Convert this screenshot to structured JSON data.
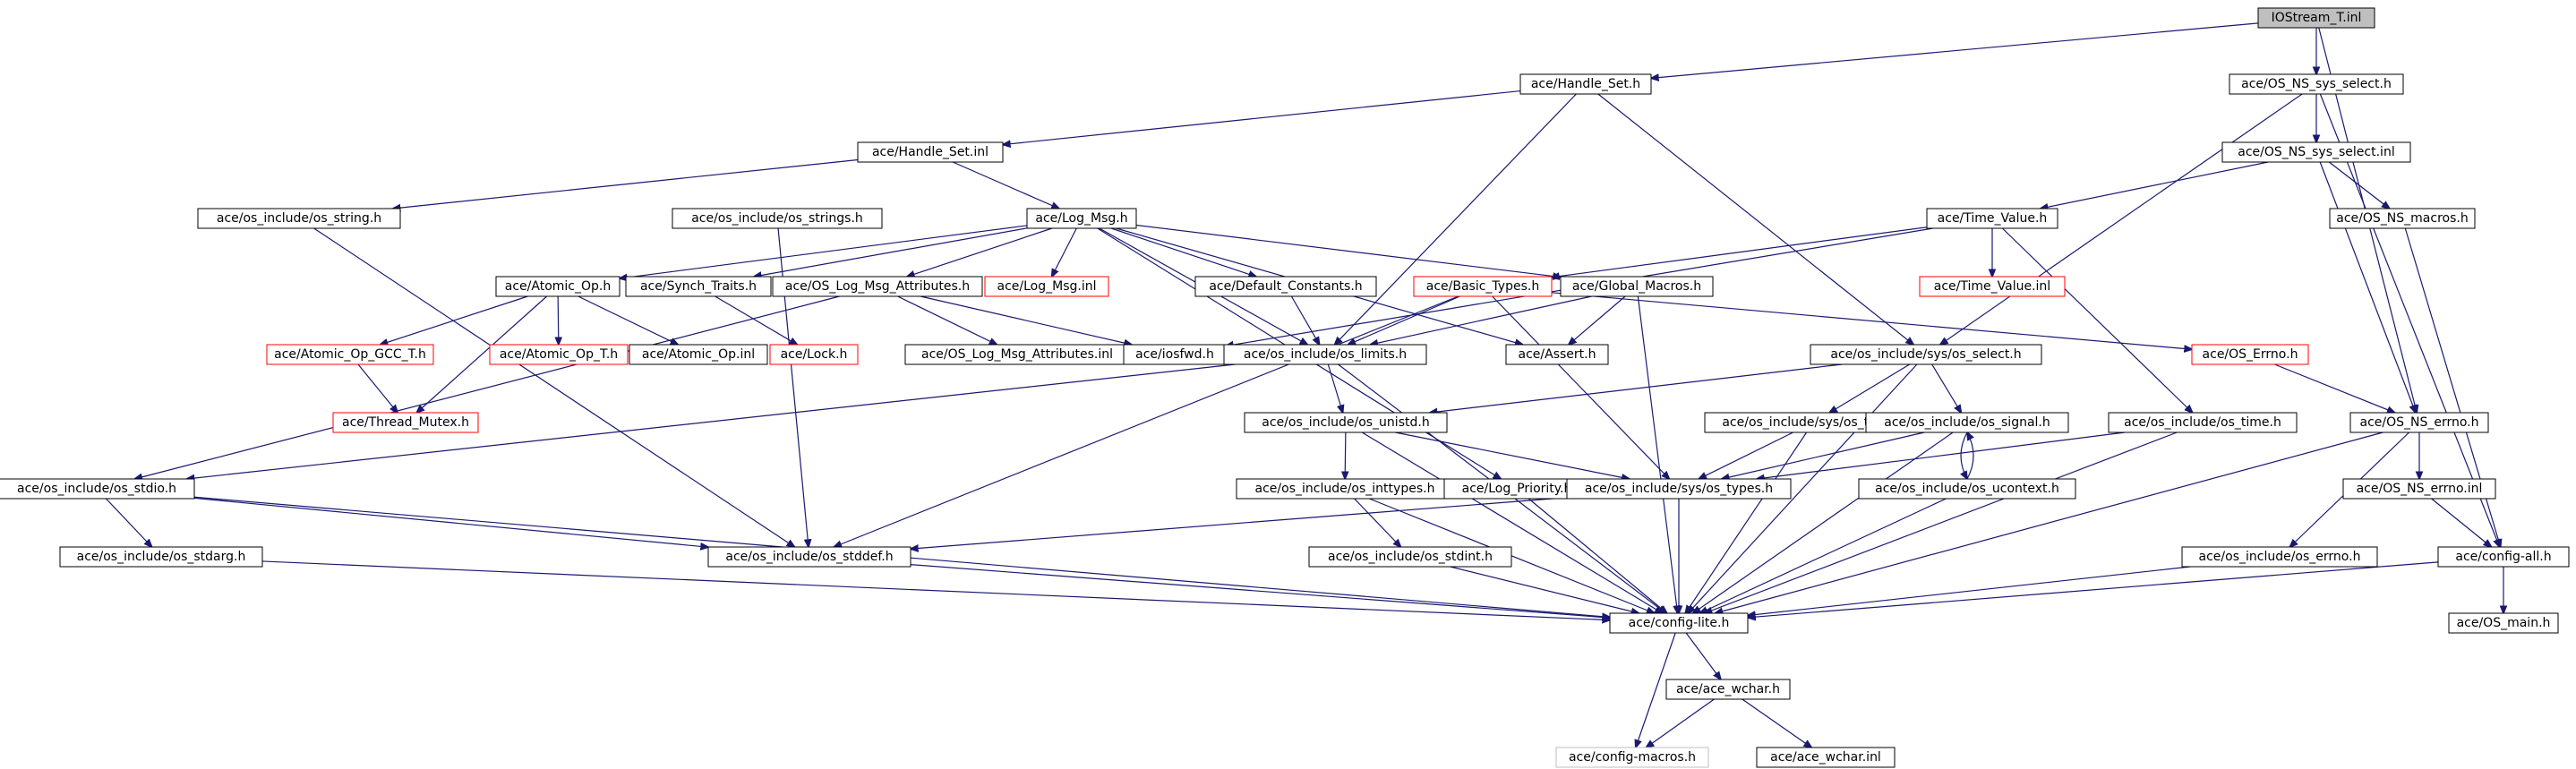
{
  "colors": {
    "edge": "#191970",
    "box": "#000000",
    "missing": "#ff0000",
    "undocumented": "#bfbfbf",
    "root_fill": "#bfbfbf"
  },
  "nodes": [
    {
      "id": "iostream",
      "label": "IOStream_T.inl",
      "style": "root"
    },
    {
      "id": "handle_set_h",
      "label": "ace/Handle_Set.h",
      "style": "normal"
    },
    {
      "id": "os_ns_sys_select_h",
      "label": "ace/OS_NS_sys_select.h",
      "style": "normal"
    },
    {
      "id": "handle_set_inl",
      "label": "ace/Handle_Set.inl",
      "style": "normal"
    },
    {
      "id": "os_ns_sys_select_inl",
      "label": "ace/OS_NS_sys_select.inl",
      "style": "normal"
    },
    {
      "id": "os_string_h",
      "label": "ace/os_include/os_string.h",
      "style": "normal"
    },
    {
      "id": "os_strings_h",
      "label": "ace/os_include/os_strings.h",
      "style": "normal"
    },
    {
      "id": "log_msg_h",
      "label": "ace/Log_Msg.h",
      "style": "normal"
    },
    {
      "id": "time_value_h",
      "label": "ace/Time_Value.h",
      "style": "normal"
    },
    {
      "id": "os_ns_macros_h",
      "label": "ace/OS_NS_macros.h",
      "style": "normal"
    },
    {
      "id": "atomic_op_h",
      "label": "ace/Atomic_Op.h",
      "style": "normal"
    },
    {
      "id": "synch_traits_h",
      "label": "ace/Synch_Traits.h",
      "style": "normal"
    },
    {
      "id": "os_log_msg_attr_h",
      "label": "ace/OS_Log_Msg_Attributes.h",
      "style": "normal"
    },
    {
      "id": "log_msg_inl",
      "label": "ace/Log_Msg.inl",
      "style": "missing"
    },
    {
      "id": "default_constants_h",
      "label": "ace/Default_Constants.h",
      "style": "normal"
    },
    {
      "id": "basic_types_h",
      "label": "ace/Basic_Types.h",
      "style": "missing"
    },
    {
      "id": "global_macros_h",
      "label": "ace/Global_Macros.h",
      "style": "normal"
    },
    {
      "id": "time_value_inl",
      "label": "ace/Time_Value.inl",
      "style": "missing"
    },
    {
      "id": "atomic_op_gcc_t_h",
      "label": "ace/Atomic_Op_GCC_T.h",
      "style": "missing"
    },
    {
      "id": "atomic_op_t_h",
      "label": "ace/Atomic_Op_T.h",
      "style": "missing"
    },
    {
      "id": "atomic_op_inl",
      "label": "ace/Atomic_Op.inl",
      "style": "normal"
    },
    {
      "id": "lock_h",
      "label": "ace/Lock.h",
      "style": "missing"
    },
    {
      "id": "os_log_msg_attr_inl",
      "label": "ace/OS_Log_Msg_Attributes.inl",
      "style": "normal"
    },
    {
      "id": "iosfwd_h",
      "label": "ace/iosfwd.h",
      "style": "normal"
    },
    {
      "id": "os_limits_h",
      "label": "ace/os_include/os_limits.h",
      "style": "normal"
    },
    {
      "id": "assert_h",
      "label": "ace/Assert.h",
      "style": "normal"
    },
    {
      "id": "os_sys_select_h",
      "label": "ace/os_include/sys/os_select.h",
      "style": "normal"
    },
    {
      "id": "os_errno_ace_h",
      "label": "ace/OS_Errno.h",
      "style": "missing"
    },
    {
      "id": "thread_mutex_h",
      "label": "ace/Thread_Mutex.h",
      "style": "missing"
    },
    {
      "id": "os_unistd_h",
      "label": "ace/os_include/os_unistd.h",
      "style": "normal"
    },
    {
      "id": "os_sys_time_h",
      "label": "ace/os_include/sys/os_time.h",
      "style": "normal"
    },
    {
      "id": "os_signal_h",
      "label": "ace/os_include/os_signal.h",
      "style": "normal"
    },
    {
      "id": "os_time_h",
      "label": "ace/os_include/os_time.h",
      "style": "normal"
    },
    {
      "id": "os_ns_errno_h",
      "label": "ace/OS_NS_errno.h",
      "style": "normal"
    },
    {
      "id": "os_stdio_h",
      "label": "ace/os_include/os_stdio.h",
      "style": "normal"
    },
    {
      "id": "os_inttypes_h",
      "label": "ace/os_include/os_inttypes.h",
      "style": "normal"
    },
    {
      "id": "log_priority_h",
      "label": "ace/Log_Priority.h",
      "style": "normal"
    },
    {
      "id": "os_sys_types_h",
      "label": "ace/os_include/sys/os_types.h",
      "style": "normal"
    },
    {
      "id": "os_ucontext_h",
      "label": "ace/os_include/os_ucontext.h",
      "style": "normal"
    },
    {
      "id": "os_ns_errno_inl",
      "label": "ace/OS_NS_errno.inl",
      "style": "normal"
    },
    {
      "id": "os_stdarg_h",
      "label": "ace/os_include/os_stdarg.h",
      "style": "normal"
    },
    {
      "id": "os_stddef_h",
      "label": "ace/os_include/os_stddef.h",
      "style": "normal"
    },
    {
      "id": "os_stdint_h",
      "label": "ace/os_include/os_stdint.h",
      "style": "normal"
    },
    {
      "id": "os_errno_h",
      "label": "ace/os_include/os_errno.h",
      "style": "normal"
    },
    {
      "id": "config_all_h",
      "label": "ace/config-all.h",
      "style": "normal"
    },
    {
      "id": "config_lite_h",
      "label": "ace/config-lite.h",
      "style": "normal"
    },
    {
      "id": "os_main_h",
      "label": "ace/OS_main.h",
      "style": "normal"
    },
    {
      "id": "ace_wchar_h",
      "label": "ace/ace_wchar.h",
      "style": "normal"
    },
    {
      "id": "config_macros_h",
      "label": "ace/config-macros.h",
      "style": "undocumented"
    },
    {
      "id": "ace_wchar_inl",
      "label": "ace/ace_wchar.inl",
      "style": "normal"
    }
  ],
  "edges": [
    [
      "iostream",
      "handle_set_h"
    ],
    [
      "iostream",
      "os_ns_sys_select_h"
    ],
    [
      "iostream",
      "os_ns_errno_h"
    ],
    [
      "handle_set_h",
      "handle_set_inl"
    ],
    [
      "handle_set_h",
      "os_limits_h"
    ],
    [
      "handle_set_h",
      "os_sys_select_h"
    ],
    [
      "os_ns_sys_select_h",
      "os_ns_sys_select_inl"
    ],
    [
      "os_ns_sys_select_h",
      "os_sys_select_h"
    ],
    [
      "os_ns_sys_select_h",
      "config_all_h"
    ],
    [
      "handle_set_inl",
      "os_string_h"
    ],
    [
      "handle_set_inl",
      "log_msg_h"
    ],
    [
      "os_ns_sys_select_inl",
      "time_value_h"
    ],
    [
      "os_ns_sys_select_inl",
      "os_ns_macros_h"
    ],
    [
      "os_ns_sys_select_inl",
      "os_ns_errno_h"
    ],
    [
      "os_string_h",
      "os_stddef_h"
    ],
    [
      "os_strings_h",
      "os_stddef_h"
    ],
    [
      "log_msg_h",
      "atomic_op_h"
    ],
    [
      "log_msg_h",
      "synch_traits_h"
    ],
    [
      "log_msg_h",
      "os_log_msg_attr_h"
    ],
    [
      "log_msg_h",
      "log_msg_inl"
    ],
    [
      "log_msg_h",
      "default_constants_h"
    ],
    [
      "log_msg_h",
      "global_macros_h"
    ],
    [
      "log_msg_h",
      "assert_h"
    ],
    [
      "log_msg_h",
      "os_limits_h"
    ],
    [
      "log_msg_h",
      "log_priority_h"
    ],
    [
      "time_value_h",
      "basic_types_h"
    ],
    [
      "time_value_h",
      "time_value_inl"
    ],
    [
      "time_value_h",
      "iosfwd_h"
    ],
    [
      "time_value_h",
      "os_time_h"
    ],
    [
      "os_ns_macros_h",
      "config_all_h"
    ],
    [
      "atomic_op_h",
      "atomic_op_gcc_t_h"
    ],
    [
      "atomic_op_h",
      "atomic_op_t_h"
    ],
    [
      "atomic_op_h",
      "atomic_op_inl"
    ],
    [
      "atomic_op_h",
      "thread_mutex_h"
    ],
    [
      "atomic_op_gcc_t_h",
      "thread_mutex_h"
    ],
    [
      "synch_traits_h",
      "lock_h"
    ],
    [
      "os_log_msg_attr_h",
      "os_log_msg_attr_inl"
    ],
    [
      "os_log_msg_attr_h",
      "iosfwd_h"
    ],
    [
      "os_log_msg_attr_h",
      "os_stdio_h"
    ],
    [
      "default_constants_h",
      "os_limits_h"
    ],
    [
      "basic_types_h",
      "os_limits_h"
    ],
    [
      "basic_types_h",
      "os_stddef_h"
    ],
    [
      "basic_types_h",
      "os_sys_types_h"
    ],
    [
      "basic_types_h",
      "os_errno_ace_h"
    ],
    [
      "global_macros_h",
      "assert_h"
    ],
    [
      "global_macros_h",
      "config_lite_h"
    ],
    [
      "global_macros_h",
      "os_limits_h"
    ],
    [
      "os_limits_h",
      "os_unistd_h"
    ],
    [
      "os_limits_h",
      "os_stdio_h"
    ],
    [
      "os_limits_h",
      "config_lite_h"
    ],
    [
      "os_sys_select_h",
      "os_sys_time_h"
    ],
    [
      "os_sys_select_h",
      "os_signal_h"
    ],
    [
      "os_sys_select_h",
      "os_unistd_h"
    ],
    [
      "os_sys_select_h",
      "config_lite_h"
    ],
    [
      "os_errno_ace_h",
      "os_ns_errno_h"
    ],
    [
      "os_unistd_h",
      "os_inttypes_h"
    ],
    [
      "os_unistd_h",
      "os_sys_types_h"
    ],
    [
      "os_unistd_h",
      "config_lite_h"
    ],
    [
      "os_sys_time_h",
      "os_sys_types_h"
    ],
    [
      "os_sys_time_h",
      "config_lite_h"
    ],
    [
      "os_signal_h",
      "os_sys_types_h"
    ],
    [
      "os_signal_h",
      "os_ucontext_h"
    ],
    [
      "os_signal_h",
      "config_lite_h"
    ],
    [
      "os_ucontext_h",
      "os_signal_h"
    ],
    [
      "os_time_h",
      "os_sys_types_h"
    ],
    [
      "os_time_h",
      "config_lite_h"
    ],
    [
      "os_ns_errno_h",
      "os_ns_errno_inl"
    ],
    [
      "os_ns_errno_h",
      "os_errno_h"
    ],
    [
      "os_ns_errno_h",
      "config_lite_h"
    ],
    [
      "os_stdio_h",
      "os_stdarg_h"
    ],
    [
      "os_stdio_h",
      "os_stddef_h"
    ],
    [
      "os_stdio_h",
      "config_lite_h"
    ],
    [
      "os_inttypes_h",
      "os_stdint_h"
    ],
    [
      "os_inttypes_h",
      "config_lite_h"
    ],
    [
      "log_priority_h",
      "config_lite_h"
    ],
    [
      "os_sys_types_h",
      "os_stddef_h"
    ],
    [
      "os_sys_types_h",
      "config_lite_h"
    ],
    [
      "os_ucontext_h",
      "config_lite_h"
    ],
    [
      "os_ns_errno_inl",
      "config_all_h"
    ],
    [
      "os_stdarg_h",
      "config_lite_h"
    ],
    [
      "os_stddef_h",
      "config_lite_h"
    ],
    [
      "os_stdint_h",
      "config_lite_h"
    ],
    [
      "os_errno_h",
      "config_lite_h"
    ],
    [
      "config_all_h",
      "config_lite_h"
    ],
    [
      "config_all_h",
      "os_main_h"
    ],
    [
      "config_lite_h",
      "ace_wchar_h"
    ],
    [
      "config_lite_h",
      "config_macros_h"
    ],
    [
      "ace_wchar_h",
      "config_macros_h"
    ],
    [
      "ace_wchar_h",
      "ace_wchar_inl"
    ]
  ]
}
